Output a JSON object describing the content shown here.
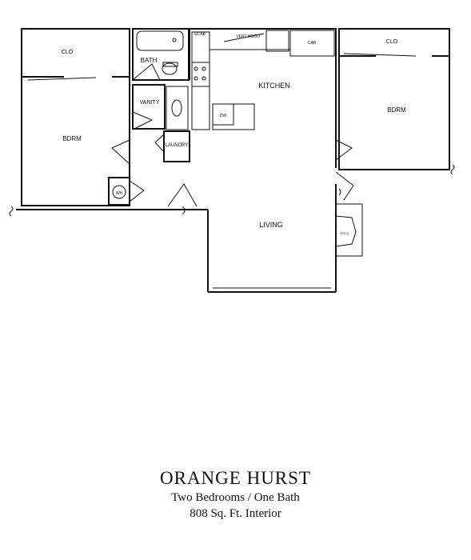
{
  "plan": {
    "rooms": {
      "clo_left": "CLO",
      "bdrm_left": "BDRM",
      "bath": "BATH",
      "vanity": "VANITY",
      "laundry": "LAUNDRY",
      "wh": "WH",
      "ucab": "UCAB",
      "vent_hood": "VENT HOOD",
      "cab": "CAB",
      "kitchen": "KITCHEN",
      "dw": "DW",
      "clo_right": "CLO",
      "bdrm_right": "BDRM",
      "living": "LIVING",
      "fpl": "FPLC"
    }
  },
  "caption": {
    "title": "ORANGE HURST",
    "subtitle": "Two Bedrooms / One Bath",
    "area": "808 Sq. Ft. Interior"
  }
}
